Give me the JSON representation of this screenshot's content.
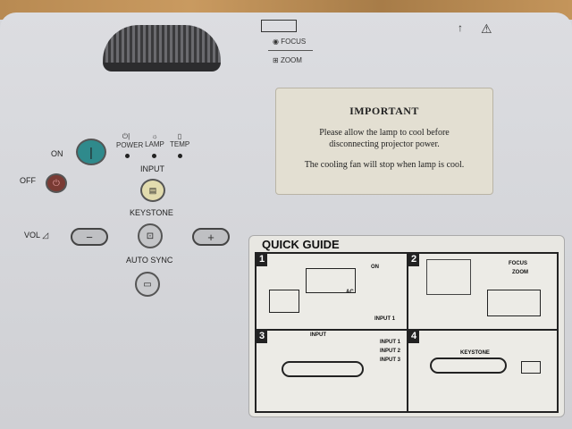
{
  "focus_zoom": {
    "focus": "FOCUS",
    "zoom": "ZOOM",
    "focus_icon": "focus-icon",
    "zoom_icon": "zoom-icon"
  },
  "panel": {
    "on_label": "ON",
    "off_label": "OFF",
    "indicators": [
      {
        "label": "POWER",
        "icon": "power-icon"
      },
      {
        "label": "LAMP",
        "icon": "lamp-icon"
      },
      {
        "label": "TEMP",
        "icon": "thermometer-icon"
      }
    ],
    "input_label": "INPUT",
    "keystone_label": "KEYSTONE",
    "vol_label": "VOL",
    "auto_sync_label": "AUTO SYNC",
    "minus": "−",
    "plus": "+"
  },
  "notice": {
    "title": "IMPORTANT",
    "line1": "Please allow the lamp to cool before",
    "line2": "disconnecting projector power.",
    "line3": "The cooling fan will stop when lamp is cool."
  },
  "quick_guide": {
    "title": "QUICK GUIDE",
    "steps": [
      {
        "num": "1",
        "on": "ON",
        "ac": "AC",
        "input": "INPUT 1"
      },
      {
        "num": "2",
        "focus": "FOCUS",
        "zoom": "ZOOM"
      },
      {
        "num": "3",
        "input": "INPUT",
        "inputs": [
          "INPUT 1",
          "INPUT 2",
          "INPUT 3"
        ]
      },
      {
        "num": "4",
        "keystone": "KEYSTONE"
      }
    ]
  },
  "colors": {
    "on_button": "#2f8a8c",
    "off_button": "#7a3b34",
    "input_button": "#e2dcae",
    "body": "#d6d7db",
    "label": "#e3dfd2"
  }
}
